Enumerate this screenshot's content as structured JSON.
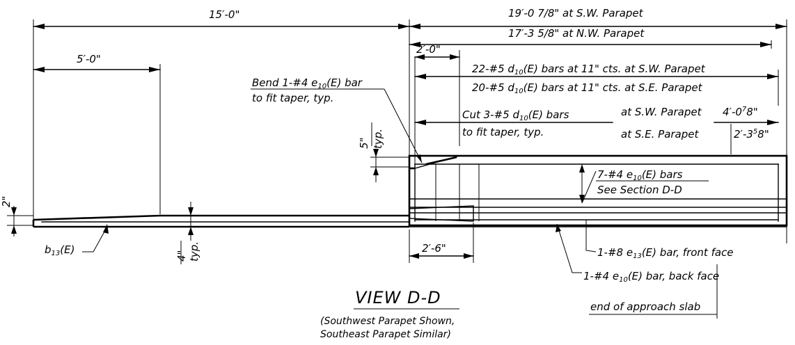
{
  "dims": {
    "d15": "15′-0\"",
    "d19": "19′-0 7/8\" at S.W. Parapet",
    "d17": "17′-3 5/8\" at N.W. Parapet",
    "d5": "5′-0\"",
    "d2ft": "2′-0\"",
    "d5in": "5\"",
    "d5typ": "typ.",
    "d2in": "2\"",
    "d4in": "4\"",
    "d4typ": "typ.",
    "d26": "2′-6\""
  },
  "notes": {
    "bars22_a": "22-#5 d",
    "bars22_sub": "10",
    "bars22_b": "(E) bars at 11\" cts. at S.W. Parapet",
    "bars20_a": "20-#5 d",
    "bars20_sub": "10",
    "bars20_b": "(E) bars at 11\" cts. at S.E. Parapet",
    "bend1_a": "Bend 1-#4 e",
    "bend1_sub": "10",
    "bend1_b": "(E) bar",
    "bend2": "to fit taper, typ.",
    "cut1_a": "Cut 3-#5 d",
    "cut1_sub": "10",
    "cut1_b": "(E) bars",
    "cut2": "to fit taper, typ.",
    "sw_label": "at S.W. Parapet",
    "sw_value": "4′-0",
    "sw_frac": "7",
    "sw_frac2": "8",
    "sw_end": "\"",
    "se_label": "at S.E. Parapet",
    "se_value": "2′-3",
    "se_frac": "5",
    "se_frac2": "8",
    "se_end": "\"",
    "e7_a": "7-#4 e",
    "e7_sub": "10",
    "e7_b": "(E) bars",
    "section": "See Section D-D",
    "b13_a": "b",
    "b13_sub": "13",
    "b13_b": "(E)",
    "e13_a": "1-#8 e",
    "e13_sub": "13",
    "e13_b": "(E) bar, front face",
    "e10_a": "1-#4 e",
    "e10_sub": "10",
    "e10_b": "(E) bar, back face",
    "approach": "end of approach slab"
  },
  "title": {
    "view": "VIEW D-D",
    "line1": "(Southwest Parapet Shown,",
    "line2": "Southeast Parapet Similar)"
  }
}
